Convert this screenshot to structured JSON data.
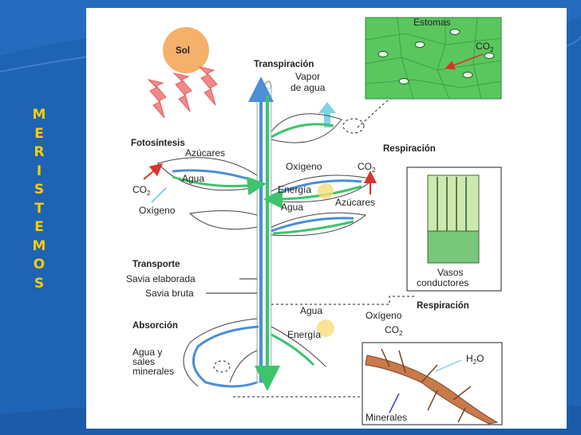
{
  "side_title": [
    "M",
    "E",
    "R",
    "I",
    "S",
    "T",
    "E",
    "M",
    "O",
    "S"
  ],
  "diagram": {
    "sun": "Sol",
    "transpiracion": "Transpiración",
    "vapor_line1": "Vapor",
    "vapor_line2": "de agua",
    "estomas": "Estomas",
    "co2": "CO",
    "co2_sub": "2",
    "fotosintesis": "Fotosíntesis",
    "azucares": "Azúcares",
    "agua": "Agua",
    "oxigeno_1": "Oxígeno",
    "respiracion_1": "Respiración",
    "oxigeno_2": "Oxígeno",
    "energia": "Energía",
    "azucares_2": "Azúcares",
    "vasos_line1": "Vasos",
    "vasos_line2": "conductores",
    "transporte": "Transporte",
    "savia_elaborada": "Savia elaborada",
    "savia_bruta": "Savia bruta",
    "respiracion_2": "Respiración",
    "oxigeno_3": "Oxígeno",
    "absorcion": "Absorción",
    "agua_sales_1": "Agua y",
    "agua_sales_2": "sales",
    "agua_sales_3": "minerales",
    "h2o": "H",
    "h2o_sub": "2",
    "h2o_end": "O",
    "minerales": "Minerales"
  },
  "colors": {
    "background": "#1e63b4",
    "title": "#ffcc00",
    "xylem_blue": "#4a8fd8",
    "phloem_green": "#3ec46a",
    "arrow_red": "#d9342b",
    "arrow_cyan": "#7fd3e6",
    "stomata_green": "#59c75e",
    "root_brown": "#c97a4a"
  }
}
